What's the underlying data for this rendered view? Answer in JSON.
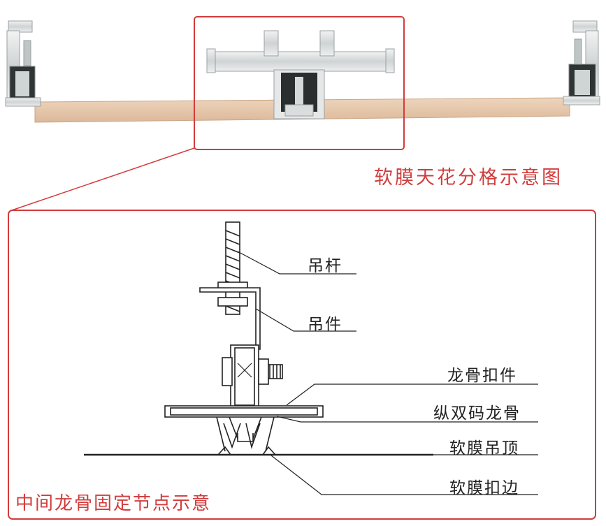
{
  "captions": {
    "top": "软膜天花分格示意图",
    "bottom": "中间龙骨固定节点示意"
  },
  "labels": {
    "rod": "吊杆",
    "hanger": "吊件",
    "keel_clip": "龙骨扣件",
    "double_keel": "纵双码龙骨",
    "ceiling": "软膜吊顶",
    "edge": "软膜扣边"
  },
  "colors": {
    "accent_red": "#d23c3c",
    "membrane": "#e7c9ad",
    "aluminum": "#d9dcdc",
    "line": "#222222"
  }
}
